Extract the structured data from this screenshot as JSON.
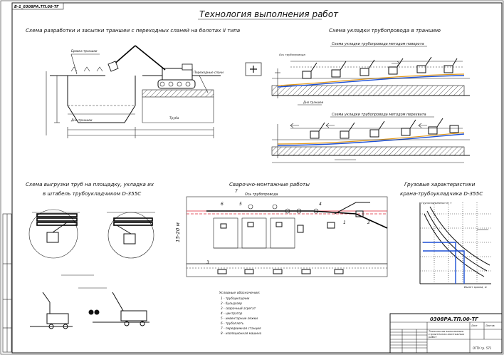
{
  "sheet": {
    "stamp_corner": "Б-1_0308РА.ТП.00-ТГ",
    "main_title": "Технология выполнения работ"
  },
  "sections": {
    "trench": {
      "title": "Схема разработки и засыпки траншеи с переходных сланей на болотах II типа",
      "label_ground": "Бровка траншеи",
      "label_slab": "Переходные слани",
      "label_pipe": "Труба",
      "label_bottom": "Дно траншеи"
    },
    "laying": {
      "title": "Схема укладки трубопровода в траншею",
      "sub1": "Схема укладки трубопровода методом поворота",
      "sub2": "Схема укладки трубопровода методом перехвата",
      "label_top": "Ось трубопровода",
      "label_trench": "Дно траншеи"
    },
    "unloading": {
      "title_line1": "Схема выгрузки труб на площадку, укладка их",
      "title_line2": "в штабель трубоукладчиком D-355C"
    },
    "welding": {
      "title": "Сварочно-монтажные работы",
      "axis_label": "Ось трубопровода",
      "side_dim": "15-20 м",
      "legend_title": "Условные обозначения:",
      "legend_items": [
        "1 - трубоукладчик",
        "2 - бульдозер",
        "3 - сварочный агрегат",
        "4 - центратор",
        "5 - инвентарные лежки",
        "6 - трубоплеть",
        "7 - передвижная станция",
        "8 - изоляционная машина"
      ],
      "numbers": [
        "1",
        "2",
        "3",
        "4",
        "5",
        "6",
        "7"
      ]
    },
    "load": {
      "title_line1": "Грузовые характеристики",
      "title_line2": "крана-трубоукладчика D-355C",
      "axis_y": "Грузоподъемность, т",
      "axis_x": "Вылет крюка, м"
    }
  },
  "stamp": {
    "code": "0308РА.ТП.00-ТГ",
    "title_line1": "Технология выполнения",
    "title_line2": "строительно-монтажных",
    "title_line3": "работ",
    "sheet_label": "Лист",
    "sheets_label": "Листов",
    "org": "ОГТУ гр. 571"
  }
}
